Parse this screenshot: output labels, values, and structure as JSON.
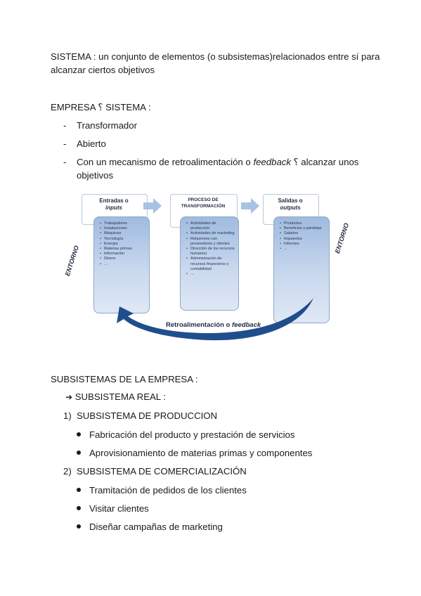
{
  "definition": {
    "line1": "SISTEMA : un conjunto de elementos (o subsistemas)relacionados entre sí para",
    "line2": "alcanzar ciertos objetivos"
  },
  "empresa_heading": "EMPRESA ⸮ SISTEMA :",
  "empresa_items": [
    {
      "marker": "-",
      "text": "Transformador"
    },
    {
      "marker": "-",
      "text": "Abierto"
    },
    {
      "marker": "-",
      "text_before": "Con un mecanismo de retroalimentación o ",
      "text_italic": "feedback",
      "text_after": " ⸮ alcanzar unos",
      "text_line2": "objetivos"
    }
  ],
  "diagram": {
    "inputs_title": "Entradas o",
    "inputs_title_italic": "inputs",
    "inputs_list": [
      "Trabajadores",
      "Instalaciones",
      "Máquinas",
      "Tecnología",
      "Energía",
      "Materias primas",
      "Información",
      "Dinero",
      "..."
    ],
    "process_title_1": "PROCESO DE",
    "process_title_2": "TRANSFORMACIÓN",
    "process_list": [
      "Actividades de producción",
      "Actividades de marketing",
      "Relaciones con proveedores y clientes",
      "Dirección de los recursos humanos",
      "Administración de recursos financieros y contabilidad",
      "..."
    ],
    "outputs_title": "Salidas o",
    "outputs_title_italic": "outputs",
    "outputs_list": [
      "Productos",
      "Beneficios o pérdidas",
      "Salarios",
      "Impuestos",
      "Informes",
      "..."
    ],
    "entorno_left": "ENTORNO",
    "entorno_right": "ENTORNO",
    "feedback_label": "Retroalimentación o",
    "feedback_italic": "feedback",
    "colors": {
      "box_fill": "#c9d8ee",
      "arrow": "#a9c1e2",
      "feedback_arrow": "#1f4e8c"
    }
  },
  "subsistemas_heading": "SUBSISTEMAS DE LA EMPRESA :",
  "real_heading": "SUBSISTEMA REAL :",
  "real_marker": "arrow-right-icon",
  "produccion": {
    "number": "1)",
    "title": "SUBSISTEMA DE PRODUCCION",
    "items": [
      "Fabricación del producto y prestación de servicios",
      "Aprovisionamiento de materias primas y componentes"
    ]
  },
  "comercializacion": {
    "number": "2)",
    "title": "SUBSISTEMA DE COMERCIALIZACIÓN",
    "items": [
      "Tramitación de pedidos de los clientes",
      "Visitar clientes",
      "Diseñar campañas de marketing"
    ]
  }
}
